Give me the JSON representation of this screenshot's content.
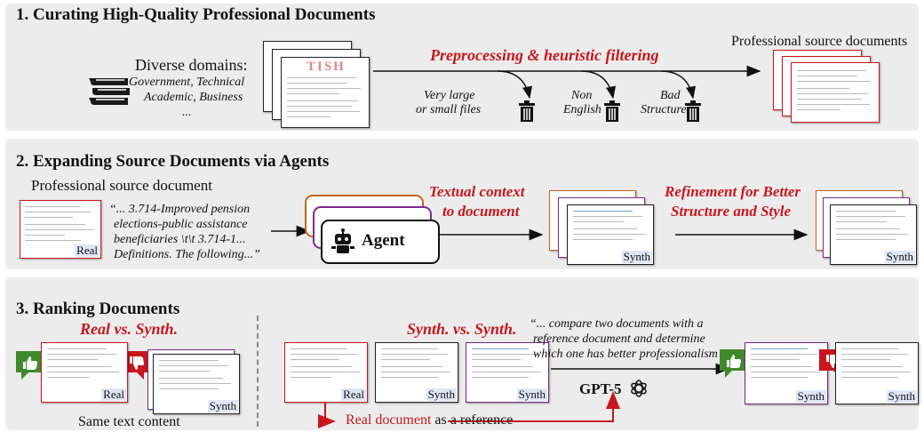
{
  "section1": {
    "title": "1. Curating High-Quality Professional Documents",
    "domains_label": "Diverse domains:",
    "domains_list": [
      "Government, Technical",
      "Academic, Business",
      "..."
    ],
    "filter_label": "Preprocessing & heuristic filtering",
    "output_label": "Professional source documents",
    "doc_stamp": "TISH",
    "filters": [
      {
        "lines": [
          "Very large",
          "or small files"
        ]
      },
      {
        "lines": [
          "Non",
          "English"
        ]
      },
      {
        "lines": [
          "Bad",
          "Structure"
        ]
      }
    ]
  },
  "section2": {
    "title": "2. Expanding Source Documents via Agents",
    "source_label": "Professional source document",
    "quote_lines": [
      "“... 3.714-Improved pension",
      "elections-public assistance",
      "beneficiaries \\t\\t 3.714-1...",
      "Definitions. The following...”"
    ],
    "agent_label": "Agent",
    "step1_lines": [
      "Textual context",
      "to document"
    ],
    "step2_lines": [
      "Refinement for Better",
      "Structure and Style"
    ]
  },
  "section3": {
    "title": "3. Ranking Documents",
    "real_vs_synth": "Real vs. Synth.",
    "synth_vs_synth": "Synth. vs. Synth.",
    "same_text": "Same text content",
    "prompt_lines": [
      "“... compare two documents with a",
      "reference document and determine",
      "which one has better professionalism”"
    ],
    "judge_label": "GPT-5",
    "reference_red": "Real document",
    "reference_rest": " as a reference"
  },
  "tags": {
    "real": "Real",
    "synth": "Synth"
  },
  "colors": {
    "accent_red": "#c8161d",
    "thumb_green": "#3f8a2c",
    "thumb_red": "#c8161d",
    "panel_bg": "#ececec",
    "agent_orange": "#c2651a",
    "agent_purple": "#7b2a91",
    "synth_purple": "#6c2a86"
  }
}
